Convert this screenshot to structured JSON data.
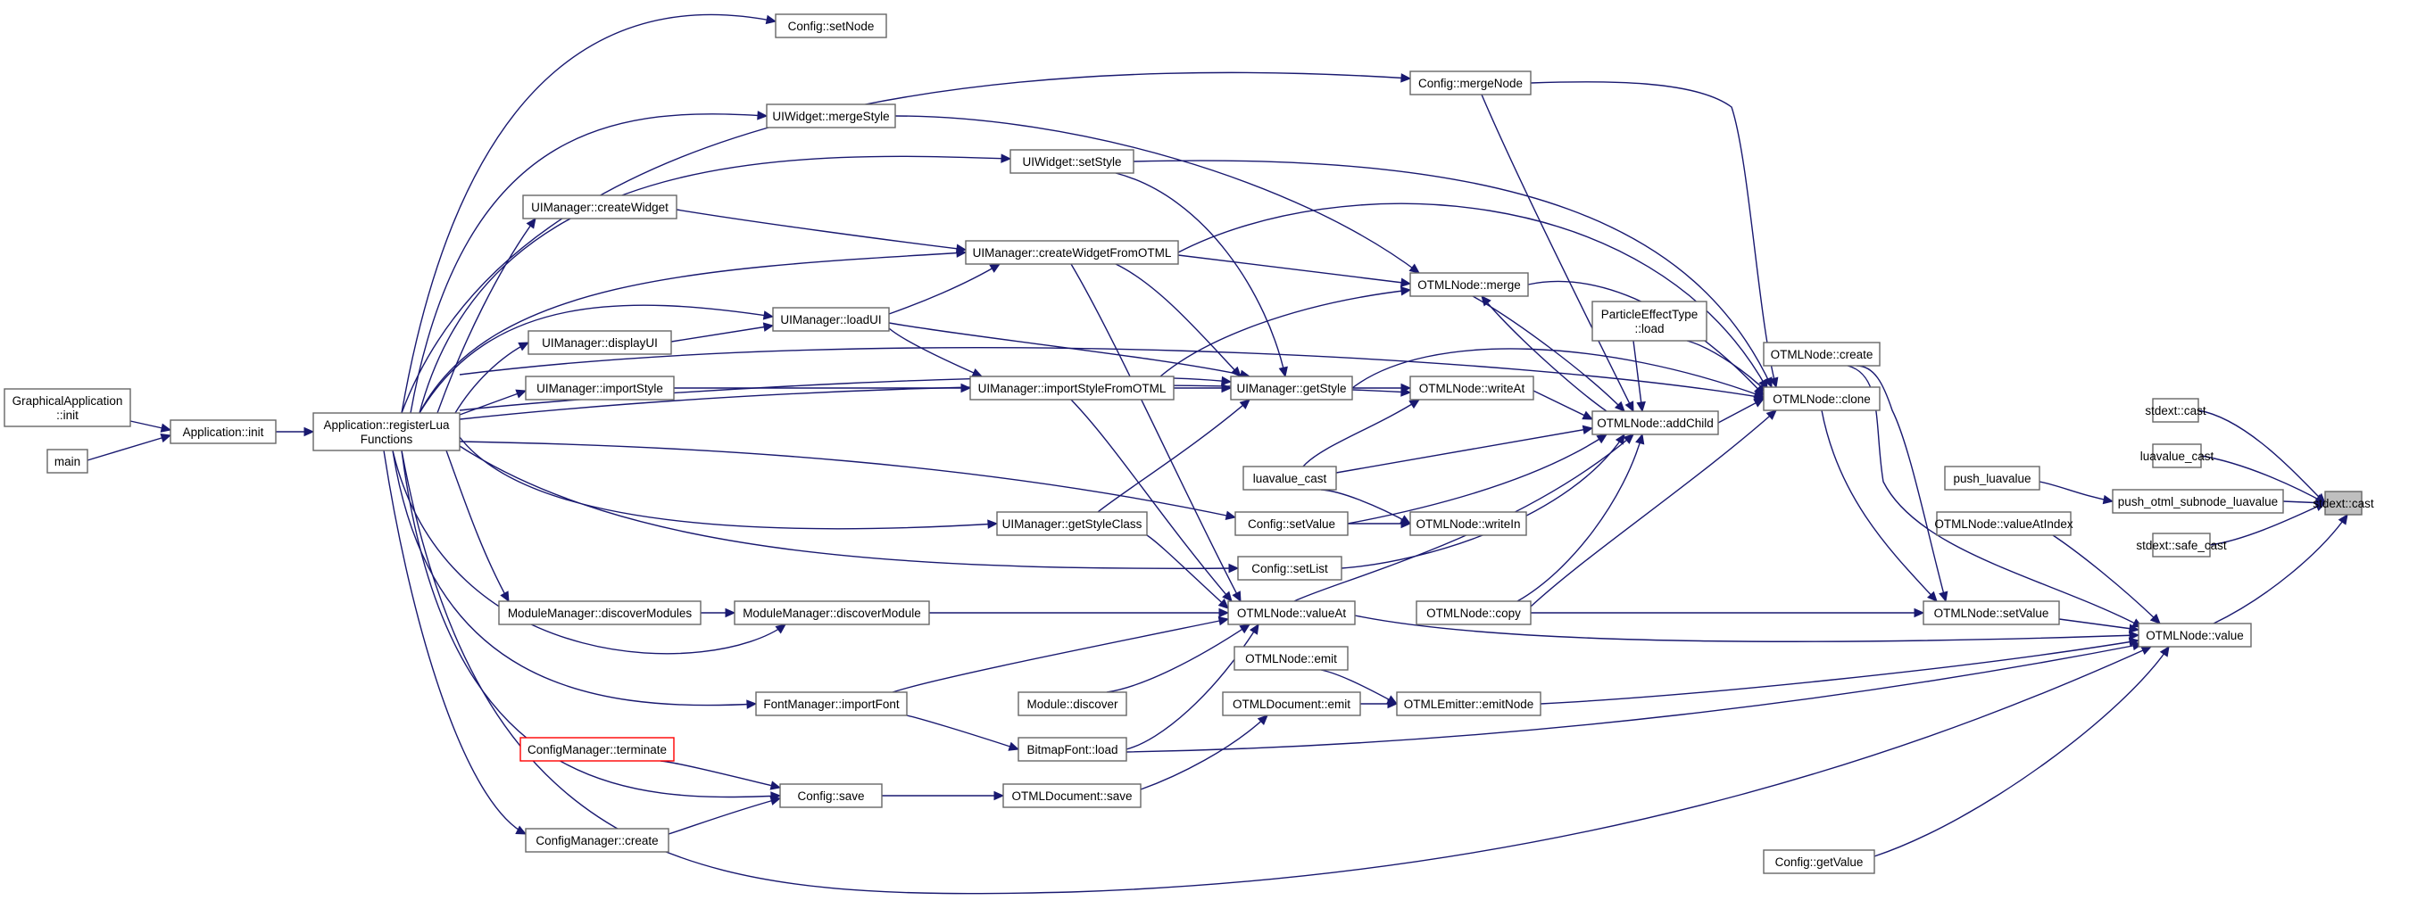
{
  "diagram": {
    "colors": {
      "edge": "#191970",
      "node_border": "#666666",
      "root_fill": "#bfbfbf",
      "highlight_border": "#ff0000"
    },
    "nodes": [
      {
        "id": "stdext_cast",
        "lines": [
          "stdext::cast"
        ],
        "style": "root"
      },
      {
        "id": "stdext_cast2",
        "lines": [
          "stdext::cast"
        ]
      },
      {
        "id": "luavalue_cast2",
        "lines": [
          "luavalue_cast"
        ]
      },
      {
        "id": "push_otml",
        "lines": [
          "push_otml_subnode_luavalue"
        ]
      },
      {
        "id": "safe_cast",
        "lines": [
          "stdext::safe_cast"
        ]
      },
      {
        "id": "push_luavalue",
        "lines": [
          "push_luavalue"
        ]
      },
      {
        "id": "value",
        "lines": [
          "OTMLNode::value"
        ]
      },
      {
        "id": "valueAtIndex",
        "lines": [
          "OTMLNode::valueAtIndex"
        ]
      },
      {
        "id": "setValue_node",
        "lines": [
          "OTMLNode::setValue"
        ]
      },
      {
        "id": "getValue",
        "lines": [
          "Config::getValue"
        ]
      },
      {
        "id": "create_node",
        "lines": [
          "OTMLNode::create"
        ]
      },
      {
        "id": "clone",
        "lines": [
          "OTMLNode::clone"
        ]
      },
      {
        "id": "addChild",
        "lines": [
          "OTMLNode::addChild"
        ]
      },
      {
        "id": "particle",
        "lines": [
          "ParticleEffectType",
          "::load"
        ]
      },
      {
        "id": "mergeNode",
        "lines": [
          "Config::mergeNode"
        ]
      },
      {
        "id": "merge",
        "lines": [
          "OTMLNode::merge"
        ]
      },
      {
        "id": "writeAt",
        "lines": [
          "OTMLNode::writeAt"
        ]
      },
      {
        "id": "writeIn",
        "lines": [
          "OTMLNode::writeIn"
        ]
      },
      {
        "id": "copy",
        "lines": [
          "OTMLNode::copy"
        ]
      },
      {
        "id": "luavalue_cast1",
        "lines": [
          "luavalue_cast"
        ]
      },
      {
        "id": "config_setValue",
        "lines": [
          "Config::setValue"
        ]
      },
      {
        "id": "setList",
        "lines": [
          "Config::setList"
        ]
      },
      {
        "id": "valueAt",
        "lines": [
          "OTMLNode::valueAt"
        ]
      },
      {
        "id": "emit",
        "lines": [
          "OTMLNode::emit"
        ]
      },
      {
        "id": "emitNode",
        "lines": [
          "OTMLEmitter::emitNode"
        ]
      },
      {
        "id": "doc_emit",
        "lines": [
          "OTMLDocument::emit"
        ]
      },
      {
        "id": "doc_save",
        "lines": [
          "OTMLDocument::save"
        ]
      },
      {
        "id": "getStyle",
        "lines": [
          "UIManager::getStyle"
        ]
      },
      {
        "id": "getStyleClass",
        "lines": [
          "UIManager::getStyleClass"
        ]
      },
      {
        "id": "importStyleFromOTML",
        "lines": [
          "UIManager::importStyleFromOTML"
        ]
      },
      {
        "id": "createWidgetFromOTML",
        "lines": [
          "UIManager::createWidgetFromOTML"
        ]
      },
      {
        "id": "setStyle",
        "lines": [
          "UIWidget::setStyle"
        ]
      },
      {
        "id": "mergeStyle",
        "lines": [
          "UIWidget::mergeStyle"
        ]
      },
      {
        "id": "setNode",
        "lines": [
          "Config::setNode"
        ]
      },
      {
        "id": "loadUI",
        "lines": [
          "UIManager::loadUI"
        ]
      },
      {
        "id": "createWidget",
        "lines": [
          "UIManager::createWidget"
        ]
      },
      {
        "id": "displayUI",
        "lines": [
          "UIManager::displayUI"
        ]
      },
      {
        "id": "importStyle",
        "lines": [
          "UIManager::importStyle"
        ]
      },
      {
        "id": "discoverModule",
        "lines": [
          "ModuleManager::discoverModule"
        ]
      },
      {
        "id": "discoverModules",
        "lines": [
          "ModuleManager::discoverModules"
        ]
      },
      {
        "id": "module_discover",
        "lines": [
          "Module::discover"
        ]
      },
      {
        "id": "importFont",
        "lines": [
          "FontManager::importFont"
        ]
      },
      {
        "id": "bitmap_load",
        "lines": [
          "BitmapFont::load"
        ]
      },
      {
        "id": "config_save",
        "lines": [
          "Config::save"
        ]
      },
      {
        "id": "cm_terminate",
        "lines": [
          "ConfigManager::terminate"
        ],
        "style": "red"
      },
      {
        "id": "cm_create",
        "lines": [
          "ConfigManager::create"
        ]
      },
      {
        "id": "registerLua",
        "lines": [
          "Application::registerLua",
          "Functions"
        ]
      },
      {
        "id": "app_init",
        "lines": [
          "Application::init"
        ]
      },
      {
        "id": "graphical",
        "lines": [
          "GraphicalApplication",
          "::init"
        ]
      },
      {
        "id": "main",
        "lines": [
          "main"
        ]
      }
    ]
  }
}
